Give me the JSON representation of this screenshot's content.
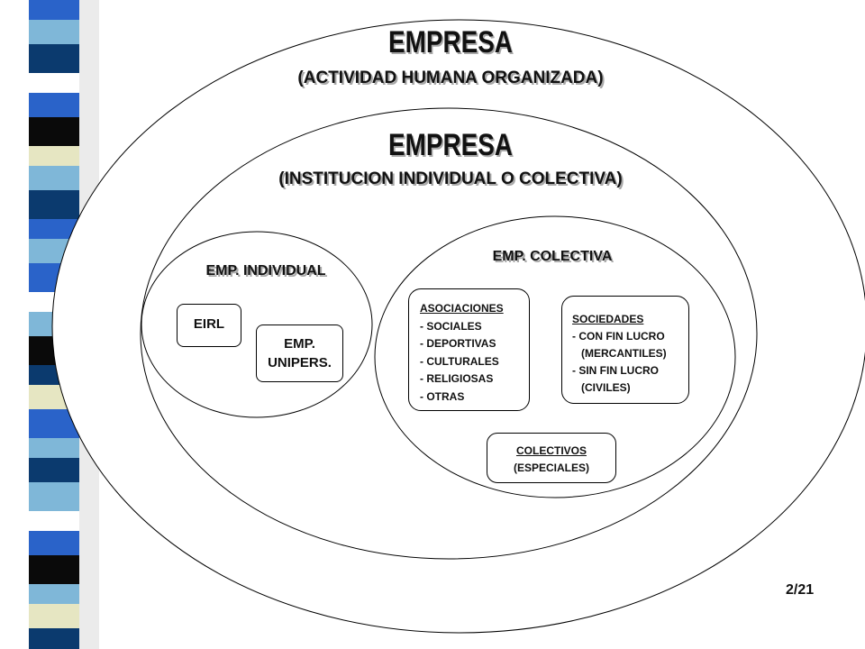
{
  "colors": {
    "stripe": [
      "#2a63c9",
      "#7fb7d8",
      "#ffffff",
      "#0b3a6e",
      "#0a0a0a",
      "#2a63c9",
      "#e6e6c2",
      "#7fb7d8"
    ]
  },
  "outer": {
    "title": "EMPRESA",
    "subtitle": "(ACTIVIDAD HUMANA ORGANIZADA)"
  },
  "middle": {
    "title": "EMPRESA",
    "subtitle": "(INSTITUCION INDIVIDUAL O COLECTIVA)"
  },
  "individual": {
    "title": "EMP. INDIVIDUAL",
    "boxes": {
      "eirl": "EIRL",
      "unipers": [
        "EMP.",
        "UNIPERS."
      ]
    }
  },
  "colectiva": {
    "title": "EMP. COLECTIVA",
    "asociaciones": {
      "heading": "ASOCIACIONES",
      "items": [
        "- SOCIALES",
        "- DEPORTIVAS",
        "- CULTURALES",
        "- RELIGIOSAS",
        "- OTRAS"
      ]
    },
    "sociedades": {
      "heading": "SOCIEDADES",
      "items": [
        "- CON FIN LUCRO",
        "   (MERCANTILES)",
        "- SIN FIN LUCRO",
        "   (CIVILES)"
      ]
    },
    "colectivos": {
      "heading": "COLECTIVOS",
      "sub": "(ESPECIALES)"
    }
  },
  "page_number": "2/21"
}
